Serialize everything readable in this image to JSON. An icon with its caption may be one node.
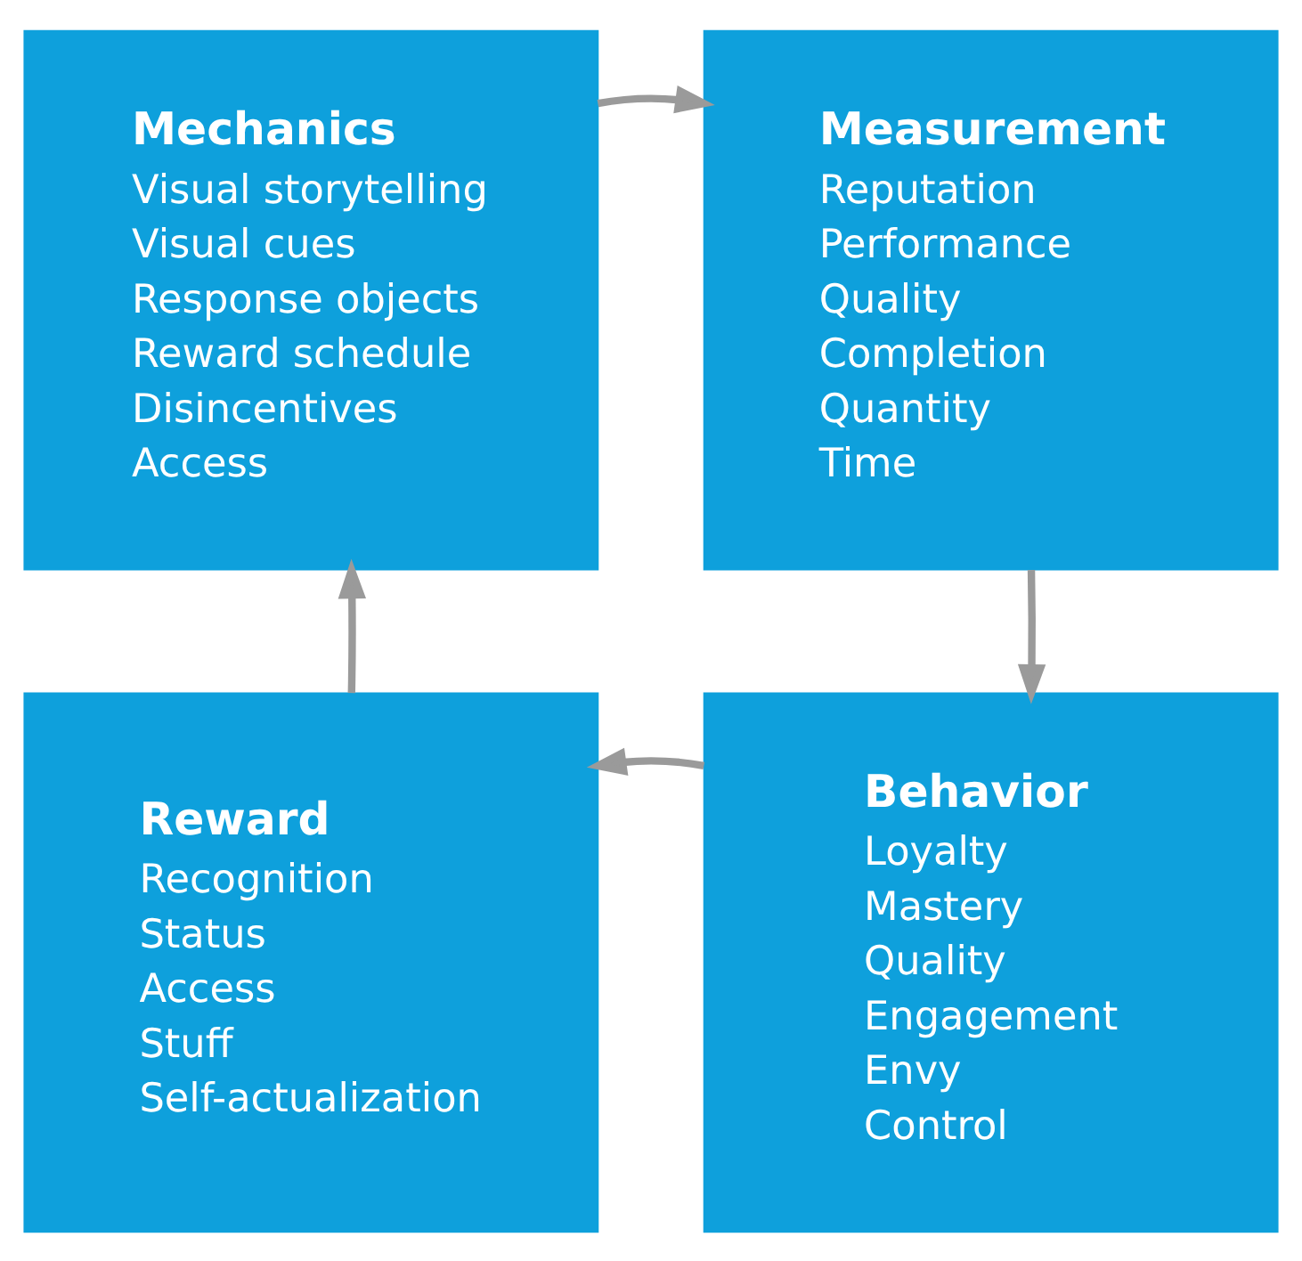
{
  "diagram": {
    "nodes": [
      {
        "text": [
          "Mechanics",
          "Visual storytelling",
          "Visual cues",
          "Response objects",
          "Reward schedule",
          "Disincentives",
          "Access"
        ]
      },
      {
        "text": [
          "Measurement",
          "Reputation",
          "Performance",
          "Quality",
          "Completion",
          "Quantity",
          "Time"
        ]
      },
      {
        "text": [
          "Behavior",
          "Loyalty",
          "Mastery",
          "Quality",
          "Engagement",
          "Envy",
          "Control"
        ]
      },
      {
        "text": [
          "Reward",
          "Recognition",
          "Status",
          "Access",
          "Stuff",
          "Self-actualization"
        ]
      }
    ],
    "edges": [
      {
        "from": 0,
        "to": 1,
        "arrow": "to"
      },
      {
        "from": 1,
        "to": 2,
        "arrow": "to"
      },
      {
        "from": 2,
        "to": 3,
        "arrow": "to"
      },
      {
        "from": 3,
        "to": 0,
        "arrow": "to"
      }
    ]
  }
}
